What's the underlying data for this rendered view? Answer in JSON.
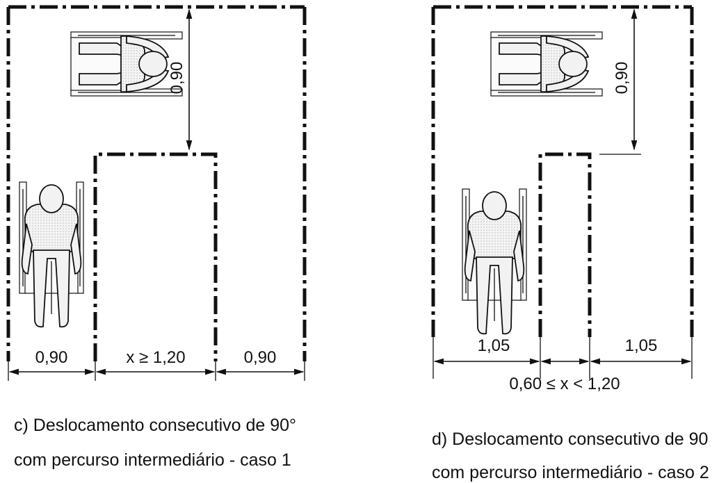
{
  "panel_c": {
    "vertical_dim": "0,90",
    "dim_left": "0,90",
    "dim_middle": "x ≥ 1,20",
    "dim_right": "0,90",
    "caption_line1": "c) Deslocamento consecutivo de 90°",
    "caption_line2": "com percurso intermediário - caso 1"
  },
  "panel_d": {
    "vertical_dim": "0,90",
    "dim_left": "1,05",
    "dim_right": "1,05",
    "dim_middle": "0,60 ≤ x < 1,20",
    "caption_line1": "d) Deslocamento consecutivo de 90",
    "caption_line2": "com percurso intermediário - caso 2"
  }
}
